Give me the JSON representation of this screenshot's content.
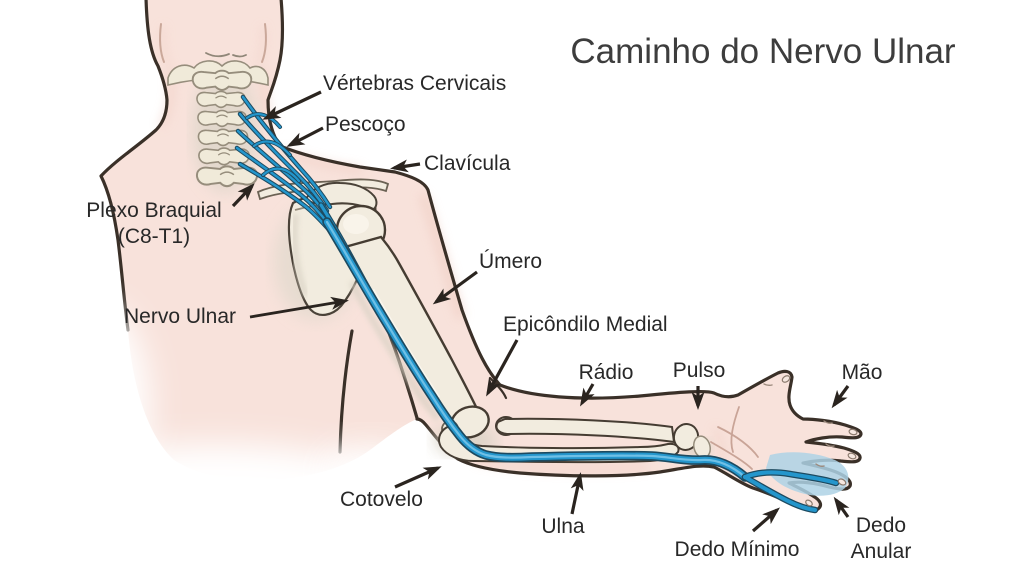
{
  "title": "Caminho do Nervo Ulnar",
  "labels": {
    "vertebras_cervicais": "Vértebras Cervicais",
    "pescoco": "Pescoço",
    "clavicula": "Clavícula",
    "plexo_braquial_line1": "Plexo Braquial",
    "plexo_braquial_line2": "(C8-T1)",
    "nervo_ulnar": "Nervo Ulnar",
    "umero": "Úmero",
    "epicondilo_medial": "Epicôndilo Medial",
    "radio": "Rádio",
    "pulso": "Pulso",
    "mao": "Mão",
    "cotovelo": "Cotovelo",
    "ulna": "Ulna",
    "dedo_minimo": "Dedo Mínimo",
    "dedo_anular_line1": "Dedo",
    "dedo_anular_line2": "Anular"
  },
  "colors": {
    "background": "#ffffff",
    "skin": "#f8e2db",
    "skin_shadow": "#f0cfc4",
    "outline": "#3a3028",
    "bone": "#f2ecdf",
    "bone_shadow": "#d9d2c4",
    "bone_line": "#948b7a",
    "nerve_blue": "#2496cc",
    "nerve_dark": "#1d4a60",
    "nerve_light": "#6fc0e6",
    "sensory_area": "#aed2e5",
    "arrow": "#2a241f",
    "label_text": "#282828",
    "title_text": "#3d3d3d"
  }
}
